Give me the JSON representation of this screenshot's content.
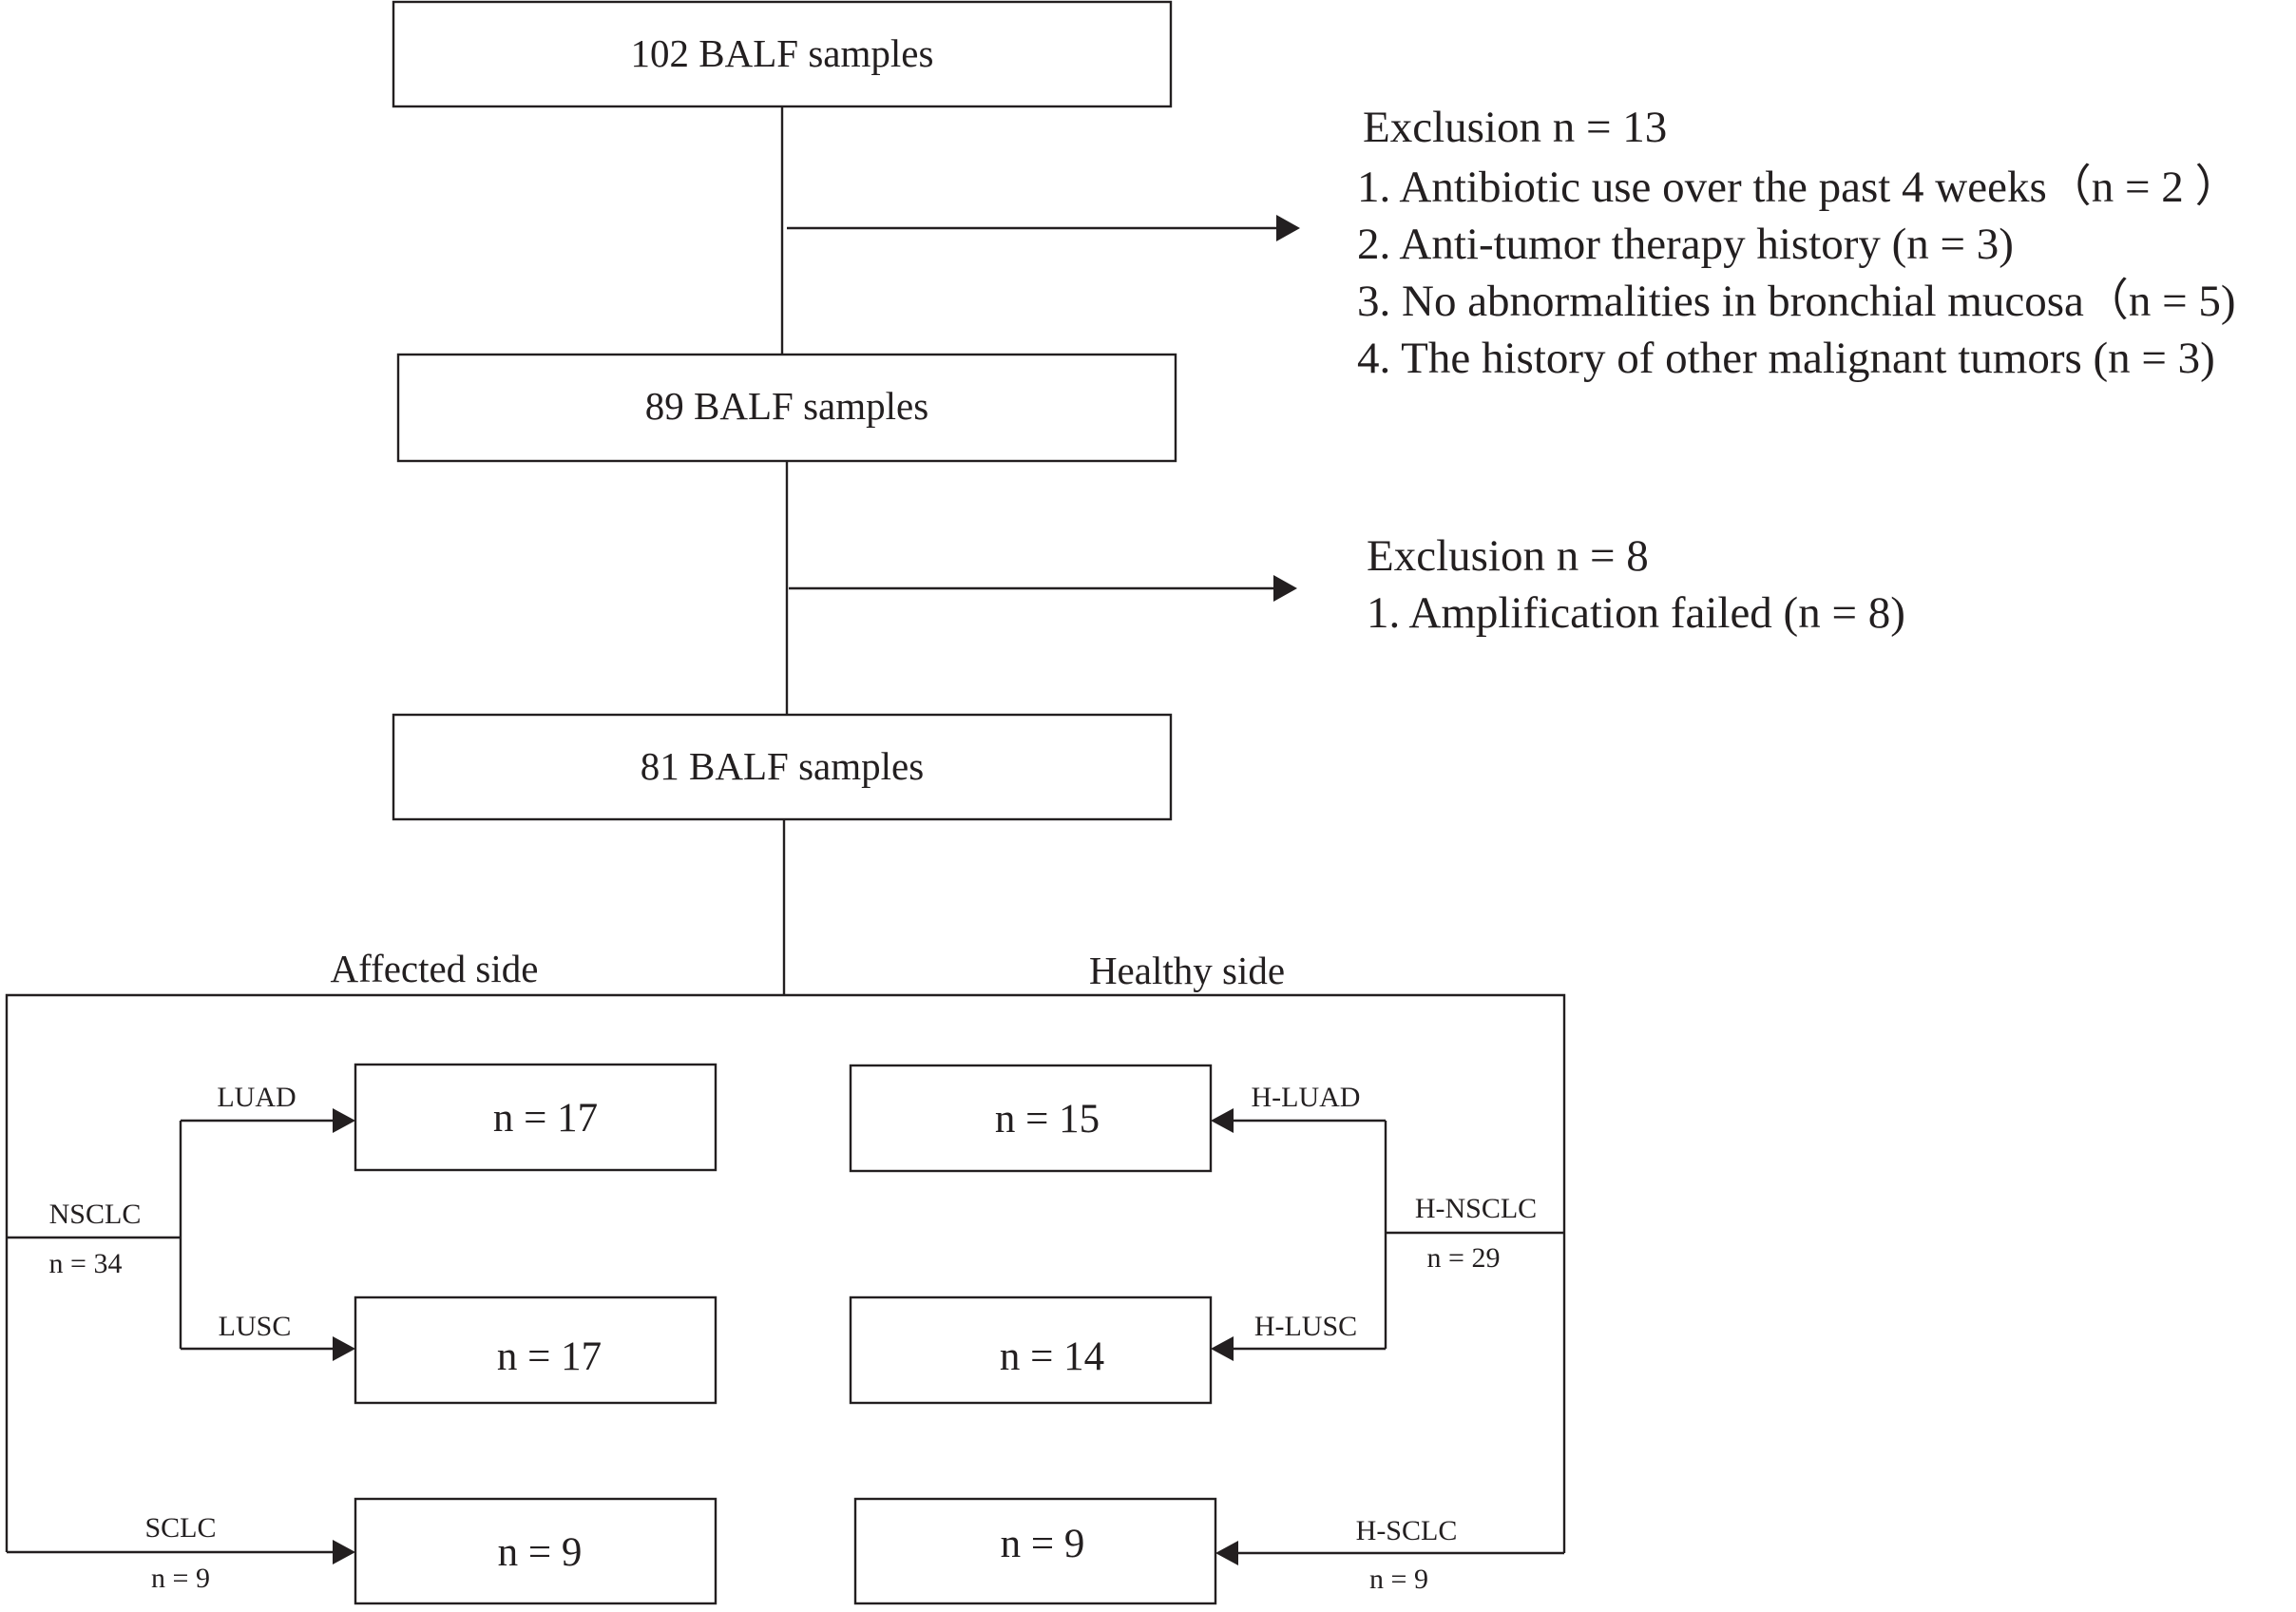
{
  "boxes": {
    "b102": "102  BALF samples",
    "b89": "89  BALF samples",
    "b81": "81  BALF samples"
  },
  "exclusion1": {
    "title": "Exclusion n = 13",
    "items": [
      "1. Antibiotic use over the past 4 weeks（n = 2 ）",
      "2. Anti-tumor therapy history (n = 3)",
      "3. No abnormalities in bronchial mucosa（n = 5)",
      "4. The history of other malignant tumors (n = 3)"
    ]
  },
  "exclusion2": {
    "title": "Exclusion n = 8",
    "items": [
      "1. Amplification failed (n = 8)"
    ]
  },
  "sides": {
    "affected": "Affected side",
    "healthy": "Healthy side"
  },
  "affected": {
    "nsclc_label": "NSCLC",
    "nsclc_n": "n = 34",
    "luad_label": "LUAD",
    "luad_n": "n = 17",
    "lusc_label": "LUSC",
    "lusc_n": "n = 17",
    "sclc_label": "SCLC",
    "sclc_label_n": "n = 9",
    "sclc_n": "n = 9"
  },
  "healthy": {
    "nsclc_label": "H-NSCLC",
    "nsclc_n": "n = 29",
    "luad_label": "H-LUAD",
    "luad_n": "n = 15",
    "lusc_label": "H-LUSC",
    "lusc_n": "n = 14",
    "sclc_label": "H-SCLC",
    "sclc_label_n": "n = 9",
    "sclc_n": "n = 9"
  }
}
